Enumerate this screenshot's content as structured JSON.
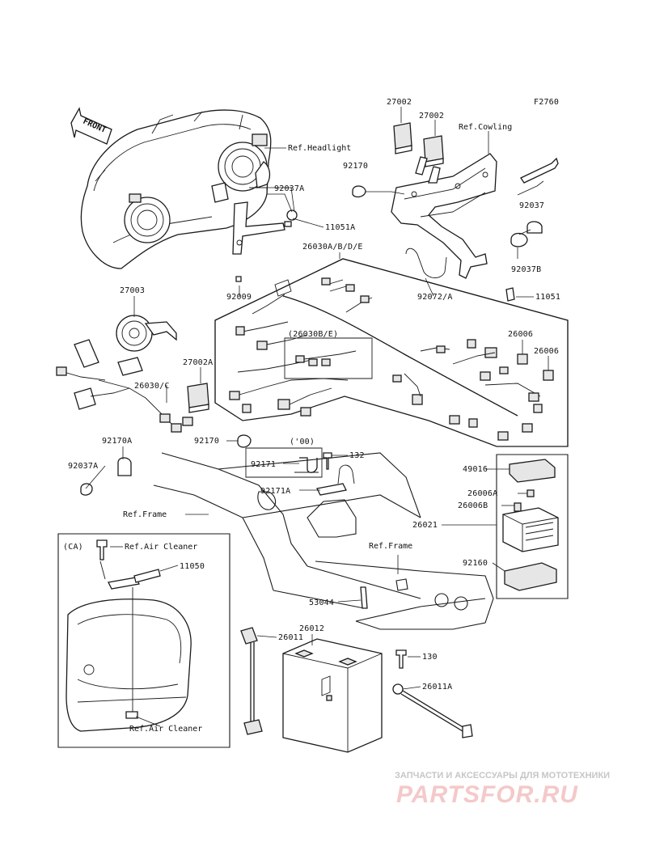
{
  "figure_code": "F2760",
  "front_label": "FRONT",
  "references": {
    "headlight": "Ref.Headlight",
    "cowling": "Ref.Cowling",
    "frame_1": "Ref.Frame",
    "frame_2": "Ref.Frame",
    "air_cleaner_top": "Ref.Air Cleaner",
    "air_cleaner_bottom": "Ref.Air Cleaner"
  },
  "notes": {
    "ca": "(CA)",
    "year_00": "('00)",
    "variant_b_e": "(26030B/E)"
  },
  "parts": {
    "p27002_a": "27002",
    "p27002_b": "27002",
    "p92170_top": "92170",
    "p92037a_top": "92037A",
    "p11051a": "11051A",
    "p26030abde": "26030A/B/D/E",
    "p92037": "92037",
    "p92037b": "92037B",
    "p92072a": "92072/A",
    "p11051": "11051",
    "p92009": "92009",
    "p27003": "27003",
    "p27002a": "27002A",
    "p26030c": "26030/C",
    "p26006_a": "26006",
    "p26006_b": "26006",
    "p92170a": "92170A",
    "p92170_mid": "92170",
    "p92037a_mid": "92037A",
    "p92171": "92171",
    "p132": "132",
    "p92171a": "92171A",
    "p49016": "49016",
    "p26006a": "26006A",
    "p26006b": "26006B",
    "p26021": "26021",
    "p92160": "92160",
    "p11050": "11050",
    "p53044": "53044",
    "p26012": "26012",
    "p26011": "26011",
    "p130": "130",
    "p26011a": "26011A"
  },
  "watermark": {
    "caption": "ЗАПЧАСТИ И АКСЕССУАРЫ ДЛЯ МОТОТЕХНИКИ",
    "logo": "PARTSFOR.RU"
  }
}
